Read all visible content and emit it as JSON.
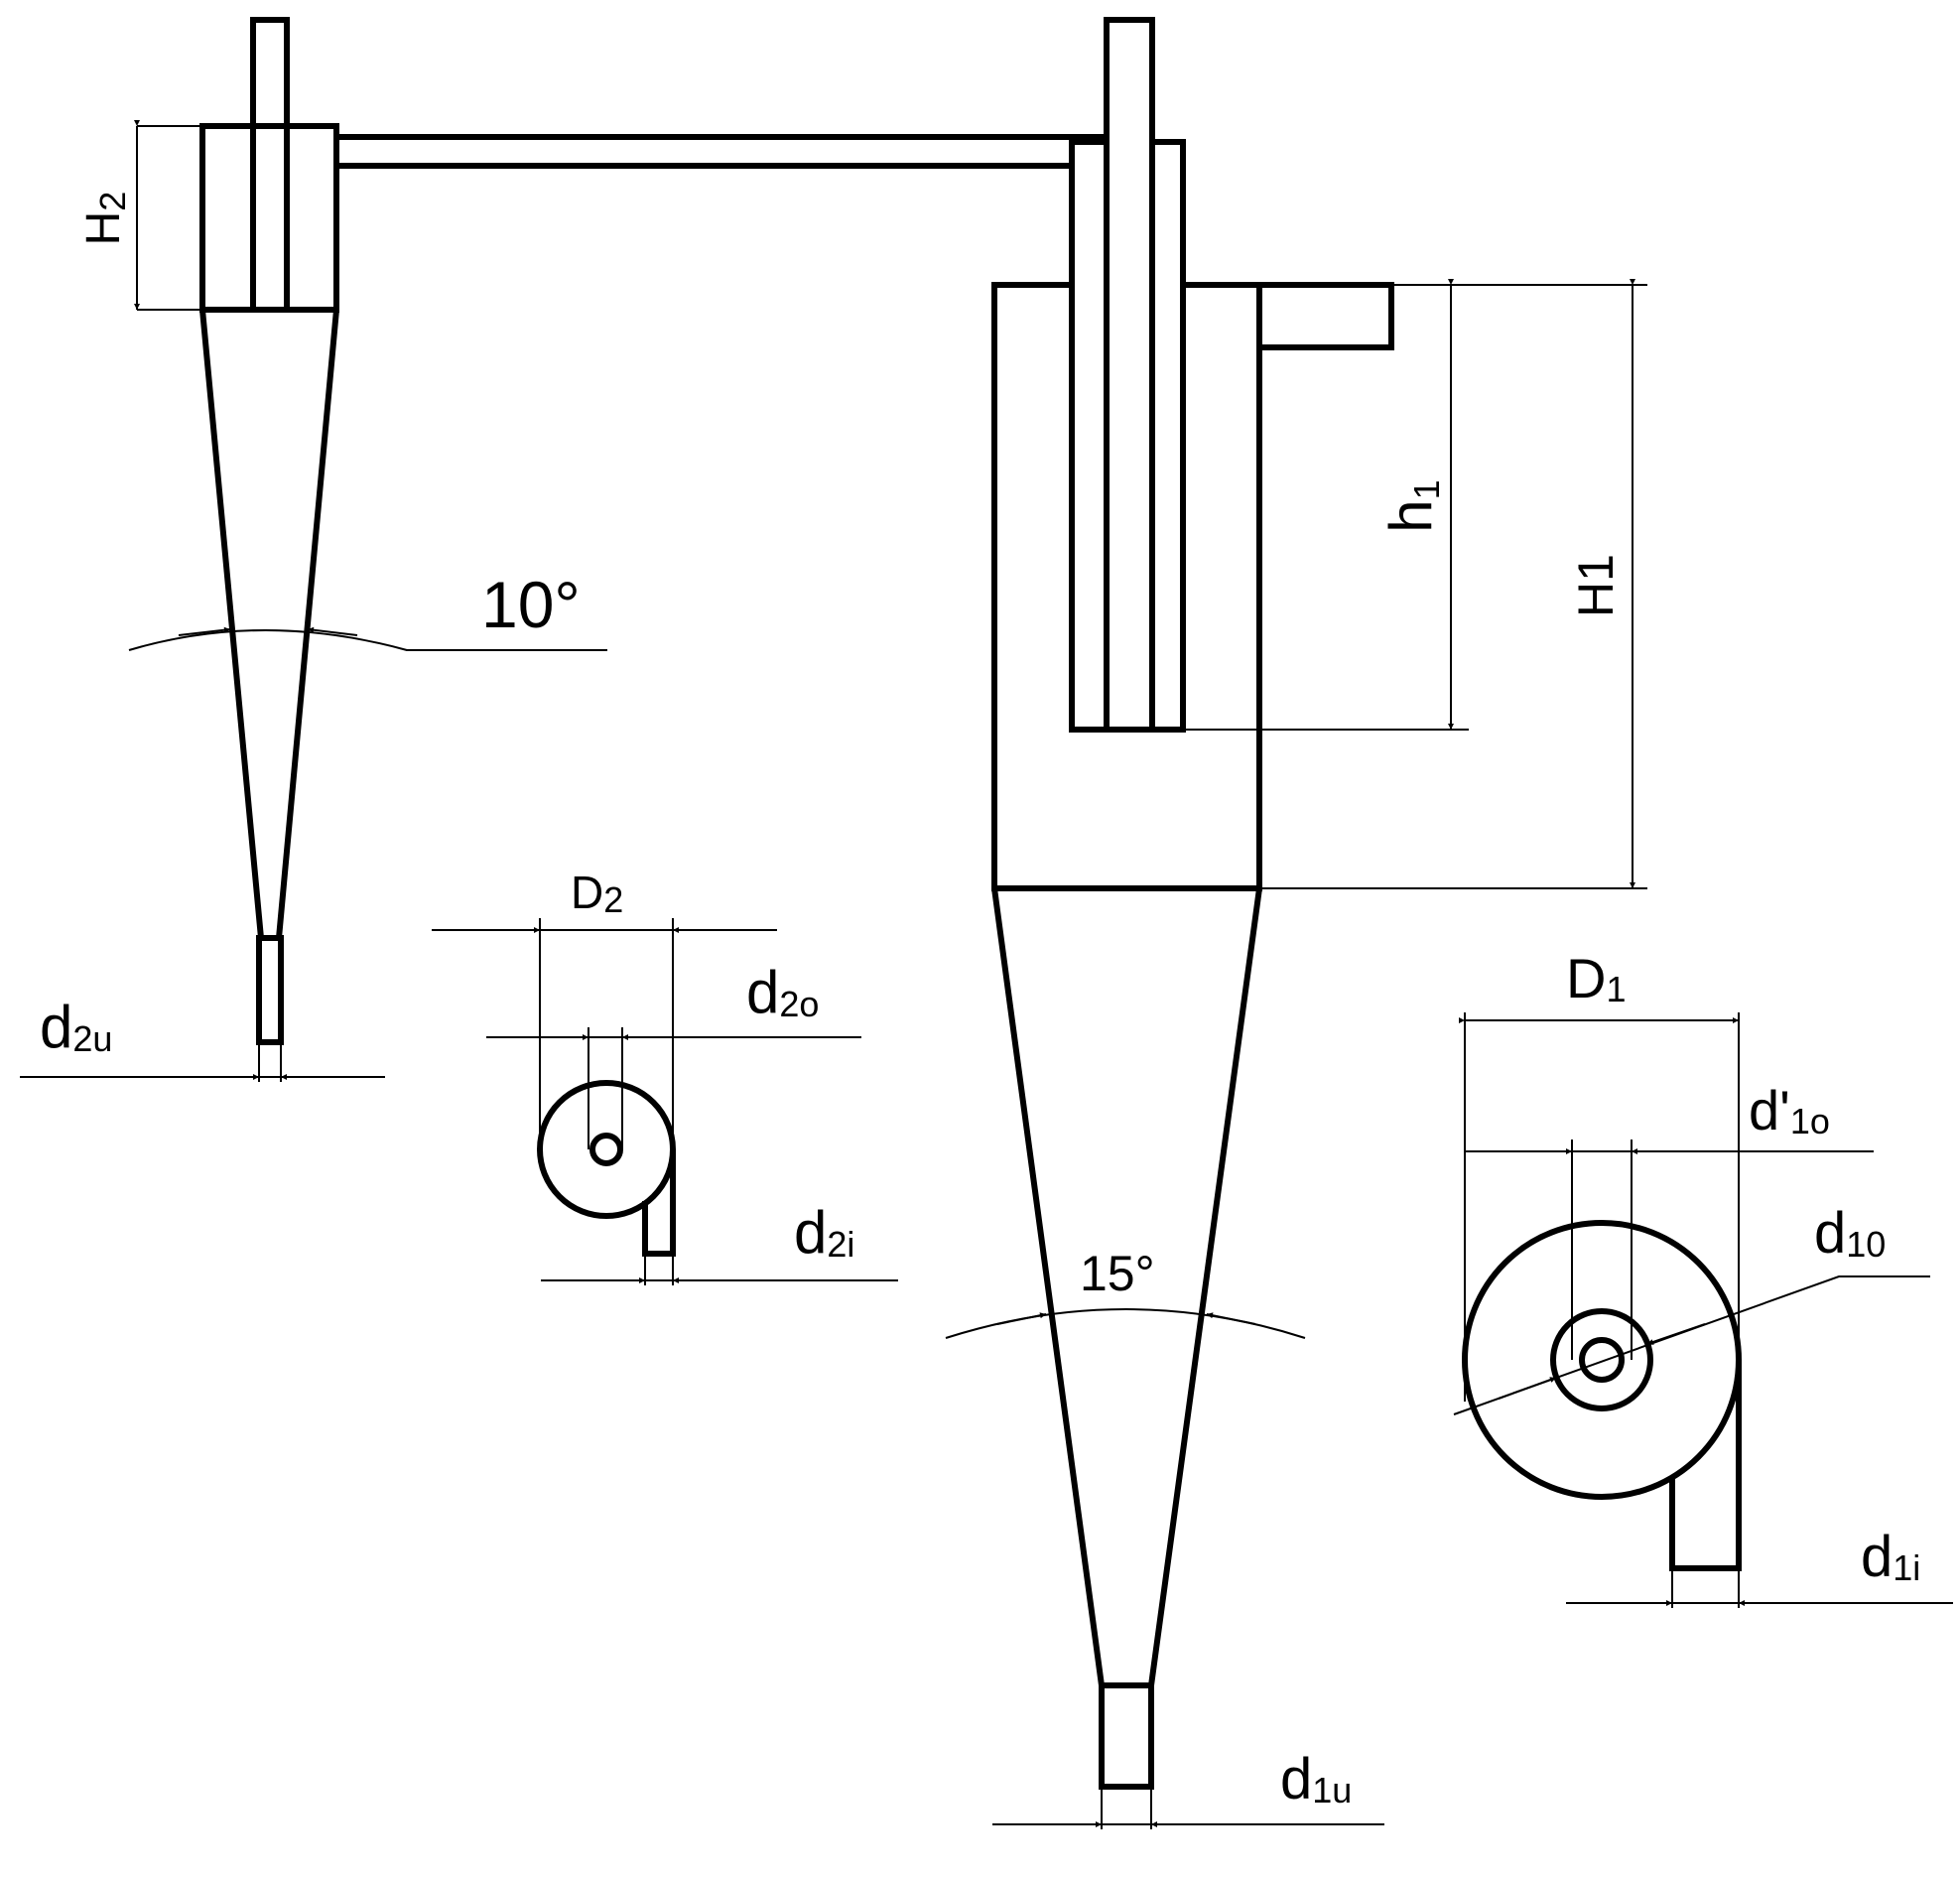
{
  "labels": {
    "H2": {
      "main": "H",
      "sub": "2"
    },
    "h1": {
      "main": "h",
      "sub": "1"
    },
    "H1": {
      "main": "H1"
    },
    "angle_top": {
      "main": "10°"
    },
    "angle_bottom": {
      "main": "15°"
    },
    "D2": {
      "main": "D",
      "sub": "2"
    },
    "d2o": {
      "main": "d",
      "sub": "2o"
    },
    "d2u": {
      "main": "d",
      "sub": "2u"
    },
    "d2i": {
      "main": "d",
      "sub": "2i"
    },
    "D1": {
      "main": "D",
      "sub": "1"
    },
    "d1o_prime": {
      "main": "d'",
      "sub": "1o"
    },
    "d10": {
      "main": "d",
      "sub": "10"
    },
    "d1i": {
      "main": "d",
      "sub": "1i"
    },
    "d1u": {
      "main": "d",
      "sub": "1u"
    }
  },
  "colors": {
    "line": "#000000",
    "background": "#ffffff"
  }
}
